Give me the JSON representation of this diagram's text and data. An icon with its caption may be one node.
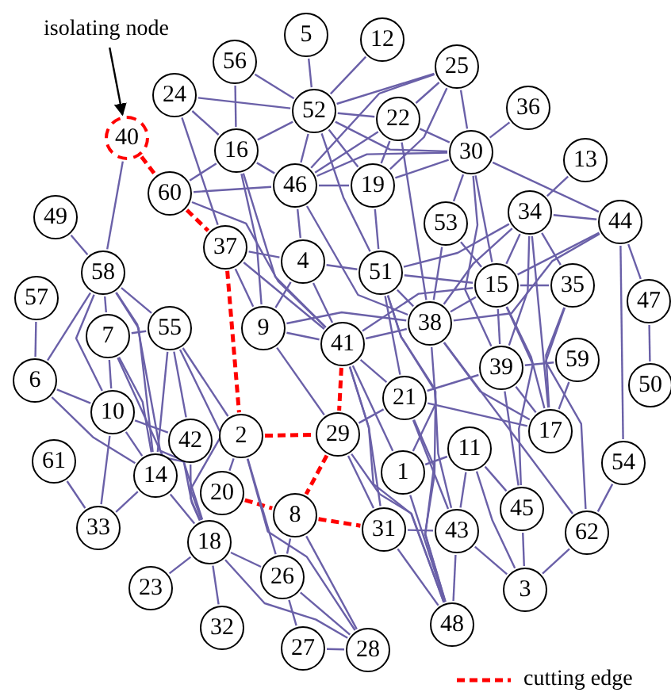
{
  "diagram": {
    "nodes": [
      {
        "text": [
          "isolating node"
        ]
      },
      {
        "text": [
          "1"
        ]
      },
      {
        "text": [
          "2"
        ]
      },
      {
        "text": [
          "3"
        ]
      },
      {
        "text": [
          "4"
        ]
      },
      {
        "text": [
          "5"
        ]
      },
      {
        "text": [
          "6"
        ]
      },
      {
        "text": [
          "7"
        ]
      },
      {
        "text": [
          "8"
        ]
      },
      {
        "text": [
          "9"
        ]
      },
      {
        "text": [
          "10"
        ]
      },
      {
        "text": [
          "11"
        ]
      },
      {
        "text": [
          "12"
        ]
      },
      {
        "text": [
          "13"
        ]
      },
      {
        "text": [
          "14"
        ]
      },
      {
        "text": [
          "15"
        ]
      },
      {
        "text": [
          "16"
        ]
      },
      {
        "text": [
          "17"
        ]
      },
      {
        "text": [
          "18"
        ]
      },
      {
        "text": [
          "19"
        ]
      },
      {
        "text": [
          "20"
        ]
      },
      {
        "text": [
          "21"
        ]
      },
      {
        "text": [
          "22"
        ]
      },
      {
        "text": [
          "23"
        ]
      },
      {
        "text": [
          "24"
        ]
      },
      {
        "text": [
          "25"
        ]
      },
      {
        "text": [
          "26"
        ]
      },
      {
        "text": [
          "27"
        ]
      },
      {
        "text": [
          "28"
        ]
      },
      {
        "text": [
          "29"
        ]
      },
      {
        "text": [
          "30"
        ]
      },
      {
        "text": [
          "31"
        ]
      },
      {
        "text": [
          "32"
        ]
      },
      {
        "text": [
          "33"
        ]
      },
      {
        "text": [
          "34"
        ]
      },
      {
        "text": [
          "35"
        ]
      },
      {
        "text": [
          "36"
        ]
      },
      {
        "text": [
          "37"
        ]
      },
      {
        "text": [
          "38"
        ]
      },
      {
        "text": [
          "39"
        ]
      },
      {
        "text": [
          "40"
        ]
      },
      {
        "text": [
          "41"
        ]
      },
      {
        "text": [
          "42"
        ]
      },
      {
        "text": [
          "43"
        ]
      },
      {
        "text": [
          "44"
        ]
      },
      {
        "text": [
          "45"
        ]
      },
      {
        "text": [
          "46"
        ]
      },
      {
        "text": [
          "47"
        ]
      },
      {
        "text": [
          "48"
        ]
      },
      {
        "text": [
          "49"
        ]
      },
      {
        "text": [
          "50"
        ]
      },
      {
        "text": [
          "51"
        ]
      },
      {
        "text": [
          "52"
        ]
      },
      {
        "text": [
          "53"
        ]
      },
      {
        "text": [
          "54"
        ]
      },
      {
        "text": [
          "55"
        ]
      },
      {
        "text": [
          "56"
        ]
      },
      {
        "text": [
          "57"
        ]
      },
      {
        "text": [
          "58"
        ]
      },
      {
        "text": [
          "59"
        ]
      },
      {
        "text": [
          "60"
        ]
      },
      {
        "text": [
          "61"
        ]
      },
      {
        "text": [
          "62"
        ]
      }
    ],
    "edges": [
      {
        "from": 0,
        "to": 40,
        "arrow": "to",
        "color": "#000000"
      },
      {
        "from": 40,
        "to": 60,
        "arrow": "none",
        "style": "dashed",
        "color": "#ff0000"
      },
      {
        "from": 60,
        "to": 37,
        "arrow": "none",
        "style": "dashed",
        "color": "#ff0000"
      },
      {
        "from": 37,
        "to": 2,
        "arrow": "none",
        "style": "dashed",
        "color": "#ff0000"
      },
      {
        "from": 2,
        "to": 29,
        "arrow": "none",
        "style": "dashed",
        "color": "#ff0000"
      },
      {
        "from": 41,
        "to": 29,
        "arrow": "none",
        "style": "dashed",
        "color": "#ff0000"
      },
      {
        "from": 29,
        "to": 8,
        "arrow": "none",
        "style": "dashed",
        "color": "#ff0000"
      },
      {
        "from": 20,
        "to": 8,
        "arrow": "none",
        "style": "dashed",
        "color": "#ff0000"
      },
      {
        "from": 8,
        "to": 31,
        "arrow": "none",
        "style": "dashed",
        "color": "#ff0000"
      },
      {
        "from": 24,
        "to": 52,
        "arrow": "none"
      },
      {
        "from": 24,
        "to": 16,
        "arrow": "none"
      },
      {
        "from": 24,
        "to": 37,
        "arrow": "none"
      },
      {
        "from": 56,
        "to": 16,
        "arrow": "none"
      },
      {
        "from": 56,
        "to": 52,
        "arrow": "none"
      },
      {
        "from": 5,
        "to": 52,
        "arrow": "none"
      },
      {
        "from": 12,
        "to": 52,
        "arrow": "none"
      },
      {
        "from": 52,
        "to": 16,
        "arrow": "none"
      },
      {
        "from": 52,
        "to": 46,
        "arrow": "none"
      },
      {
        "from": 52,
        "to": 25,
        "arrow": "none"
      },
      {
        "from": 52,
        "to": 22,
        "arrow": "none"
      },
      {
        "from": 52,
        "to": 30,
        "arrow": "none"
      },
      {
        "from": 52,
        "to": 19,
        "arrow": "none"
      },
      {
        "from": 52,
        "to": 51,
        "arrow": "none"
      },
      {
        "from": 16,
        "to": 60,
        "arrow": "none"
      },
      {
        "from": 16,
        "to": 46,
        "arrow": "none"
      },
      {
        "from": 16,
        "to": 9,
        "arrow": "none"
      },
      {
        "from": 16,
        "to": 41,
        "arrow": "none"
      },
      {
        "from": 60,
        "to": 46,
        "arrow": "none"
      },
      {
        "from": 60,
        "to": 41,
        "arrow": "none"
      },
      {
        "from": 40,
        "to": 58,
        "arrow": "none"
      },
      {
        "from": 49,
        "to": 58,
        "arrow": "none"
      },
      {
        "from": 58,
        "to": 7,
        "arrow": "none"
      },
      {
        "from": 58,
        "to": 55,
        "arrow": "none"
      },
      {
        "from": 58,
        "to": 14,
        "arrow": "none"
      },
      {
        "from": 58,
        "to": 18,
        "arrow": "none"
      },
      {
        "from": 58,
        "to": 10,
        "arrow": "none"
      },
      {
        "from": 58,
        "to": 6,
        "arrow": "none"
      },
      {
        "from": 57,
        "to": 6,
        "arrow": "none"
      },
      {
        "from": 6,
        "to": 10,
        "arrow": "none"
      },
      {
        "from": 6,
        "to": 14,
        "arrow": "none"
      },
      {
        "from": 7,
        "to": 10,
        "arrow": "none"
      },
      {
        "from": 7,
        "to": 55,
        "arrow": "none"
      },
      {
        "from": 7,
        "to": 14,
        "arrow": "none"
      },
      {
        "from": 7,
        "to": 18,
        "arrow": "none"
      },
      {
        "from": 55,
        "to": 42,
        "arrow": "none"
      },
      {
        "from": 55,
        "to": 14,
        "arrow": "none"
      },
      {
        "from": 55,
        "to": 18,
        "arrow": "none"
      },
      {
        "from": 55,
        "to": 2,
        "arrow": "none"
      },
      {
        "from": 10,
        "to": 14,
        "arrow": "none"
      },
      {
        "from": 10,
        "to": 33,
        "arrow": "none"
      },
      {
        "from": 10,
        "to": 42,
        "arrow": "none"
      },
      {
        "from": 61,
        "to": 33,
        "arrow": "none"
      },
      {
        "from": 33,
        "to": 14,
        "arrow": "none"
      },
      {
        "from": 14,
        "to": 18,
        "arrow": "none"
      },
      {
        "from": 42,
        "to": 18,
        "arrow": "none"
      },
      {
        "from": 2,
        "to": 20,
        "arrow": "none"
      },
      {
        "from": 2,
        "to": 26,
        "arrow": "none"
      },
      {
        "from": 2,
        "to": 28,
        "arrow": "none"
      },
      {
        "from": 37,
        "to": 9,
        "arrow": "none"
      },
      {
        "from": 37,
        "to": 4,
        "arrow": "none"
      },
      {
        "from": 37,
        "to": 41,
        "arrow": "none"
      },
      {
        "from": 4,
        "to": 46,
        "arrow": "none"
      },
      {
        "from": 4,
        "to": 9,
        "arrow": "none"
      },
      {
        "from": 4,
        "to": 41,
        "arrow": "none"
      },
      {
        "from": 4,
        "to": 51,
        "arrow": "none"
      },
      {
        "from": 9,
        "to": 41,
        "arrow": "none"
      },
      {
        "from": 9,
        "to": 29,
        "arrow": "none"
      },
      {
        "from": 9,
        "to": 38,
        "arrow": "none"
      },
      {
        "from": 46,
        "to": 19,
        "arrow": "none"
      },
      {
        "from": 46,
        "to": 30,
        "arrow": "none"
      },
      {
        "from": 46,
        "to": 22,
        "arrow": "none"
      },
      {
        "from": 46,
        "to": 38,
        "arrow": "none"
      },
      {
        "from": 46,
        "to": 25,
        "arrow": "none"
      },
      {
        "from": 19,
        "to": 22,
        "arrow": "none"
      },
      {
        "from": 19,
        "to": 25,
        "arrow": "none"
      },
      {
        "from": 19,
        "to": 30,
        "arrow": "none"
      },
      {
        "from": 19,
        "to": 51,
        "arrow": "none"
      },
      {
        "from": 22,
        "to": 25,
        "arrow": "none"
      },
      {
        "from": 22,
        "to": 30,
        "arrow": "none"
      },
      {
        "from": 22,
        "to": 38,
        "arrow": "none"
      },
      {
        "from": 25,
        "to": 30,
        "arrow": "none"
      },
      {
        "from": 36,
        "to": 30,
        "arrow": "none"
      },
      {
        "from": 30,
        "to": 53,
        "arrow": "none"
      },
      {
        "from": 30,
        "to": 15,
        "arrow": "none"
      },
      {
        "from": 30,
        "to": 44,
        "arrow": "none"
      },
      {
        "from": 30,
        "to": 39,
        "arrow": "none"
      },
      {
        "from": 13,
        "to": 34,
        "arrow": "none"
      },
      {
        "from": 34,
        "to": 44,
        "arrow": "none"
      },
      {
        "from": 34,
        "to": 15,
        "arrow": "none"
      },
      {
        "from": 34,
        "to": 35,
        "arrow": "none"
      },
      {
        "from": 34,
        "to": 51,
        "arrow": "none"
      },
      {
        "from": 34,
        "to": 39,
        "arrow": "none"
      },
      {
        "from": 34,
        "to": 38,
        "arrow": "none"
      },
      {
        "from": 34,
        "to": 17,
        "arrow": "none"
      },
      {
        "from": 44,
        "to": 15,
        "arrow": "none"
      },
      {
        "from": 44,
        "to": 47,
        "arrow": "none"
      },
      {
        "from": 44,
        "to": 54,
        "arrow": "none"
      },
      {
        "from": 44,
        "to": 38,
        "arrow": "none"
      },
      {
        "from": 53,
        "to": 38,
        "arrow": "none"
      },
      {
        "from": 53,
        "to": 15,
        "arrow": "none"
      },
      {
        "from": 51,
        "to": 15,
        "arrow": "none"
      },
      {
        "from": 51,
        "to": 38,
        "arrow": "none"
      },
      {
        "from": 51,
        "to": 21,
        "arrow": "none"
      },
      {
        "from": 51,
        "to": 43,
        "arrow": "none"
      },
      {
        "from": 51,
        "to": 48,
        "arrow": "none"
      },
      {
        "from": 15,
        "to": 35,
        "arrow": "none"
      },
      {
        "from": 15,
        "to": 38,
        "arrow": "none"
      },
      {
        "from": 15,
        "to": 39,
        "arrow": "none"
      },
      {
        "from": 15,
        "to": 17,
        "arrow": "none"
      },
      {
        "from": 15,
        "to": 45,
        "arrow": "none"
      },
      {
        "from": 15,
        "to": 41,
        "arrow": "none"
      },
      {
        "from": 35,
        "to": 17,
        "arrow": "none"
      },
      {
        "from": 35,
        "to": 62,
        "arrow": "none"
      },
      {
        "from": 47,
        "to": 50,
        "arrow": "none"
      },
      {
        "from": 39,
        "to": 59,
        "arrow": "none"
      },
      {
        "from": 39,
        "to": 17,
        "arrow": "none"
      },
      {
        "from": 39,
        "to": 45,
        "arrow": "none"
      },
      {
        "from": 39,
        "to": 21,
        "arrow": "none"
      },
      {
        "from": 41,
        "to": 38,
        "arrow": "none"
      },
      {
        "from": 41,
        "to": 21,
        "arrow": "none"
      },
      {
        "from": 41,
        "to": 1,
        "arrow": "none"
      },
      {
        "from": 41,
        "to": 48,
        "arrow": "none"
      },
      {
        "from": 41,
        "to": 31,
        "arrow": "none"
      },
      {
        "from": 38,
        "to": 1,
        "arrow": "none"
      },
      {
        "from": 38,
        "to": 17,
        "arrow": "none"
      },
      {
        "from": 38,
        "to": 62,
        "arrow": "none"
      },
      {
        "from": 21,
        "to": 29,
        "arrow": "none"
      },
      {
        "from": 21,
        "to": 17,
        "arrow": "none"
      },
      {
        "from": 21,
        "to": 43,
        "arrow": "none"
      },
      {
        "from": 21,
        "to": 48,
        "arrow": "none"
      },
      {
        "from": 1,
        "to": 11,
        "arrow": "none"
      },
      {
        "from": 1,
        "to": 48,
        "arrow": "none"
      },
      {
        "from": 11,
        "to": 43,
        "arrow": "none"
      },
      {
        "from": 11,
        "to": 45,
        "arrow": "none"
      },
      {
        "from": 11,
        "to": 3,
        "arrow": "none"
      },
      {
        "from": 59,
        "to": 17,
        "arrow": "none"
      },
      {
        "from": 54,
        "to": 62,
        "arrow": "none"
      },
      {
        "from": 62,
        "to": 3,
        "arrow": "none"
      },
      {
        "from": 45,
        "to": 3,
        "arrow": "none"
      },
      {
        "from": 43,
        "to": 3,
        "arrow": "none"
      },
      {
        "from": 43,
        "to": 48,
        "arrow": "none"
      },
      {
        "from": 31,
        "to": 43,
        "arrow": "none"
      },
      {
        "from": 31,
        "to": 48,
        "arrow": "none"
      },
      {
        "from": 29,
        "to": 31,
        "arrow": "none"
      },
      {
        "from": 29,
        "to": 48,
        "arrow": "none"
      },
      {
        "from": 8,
        "to": 26,
        "arrow": "none"
      },
      {
        "from": 8,
        "to": 28,
        "arrow": "none"
      },
      {
        "from": 18,
        "to": 23,
        "arrow": "none"
      },
      {
        "from": 18,
        "to": 32,
        "arrow": "none"
      },
      {
        "from": 18,
        "to": 26,
        "arrow": "none"
      },
      {
        "from": 18,
        "to": 28,
        "arrow": "none"
      },
      {
        "from": 26,
        "to": 27,
        "arrow": "none"
      },
      {
        "from": 26,
        "to": 28,
        "arrow": "none"
      },
      {
        "from": 27,
        "to": 28,
        "arrow": "none"
      }
    ],
    "legend": [
      {
        "text": "cutting edge"
      }
    ]
  }
}
